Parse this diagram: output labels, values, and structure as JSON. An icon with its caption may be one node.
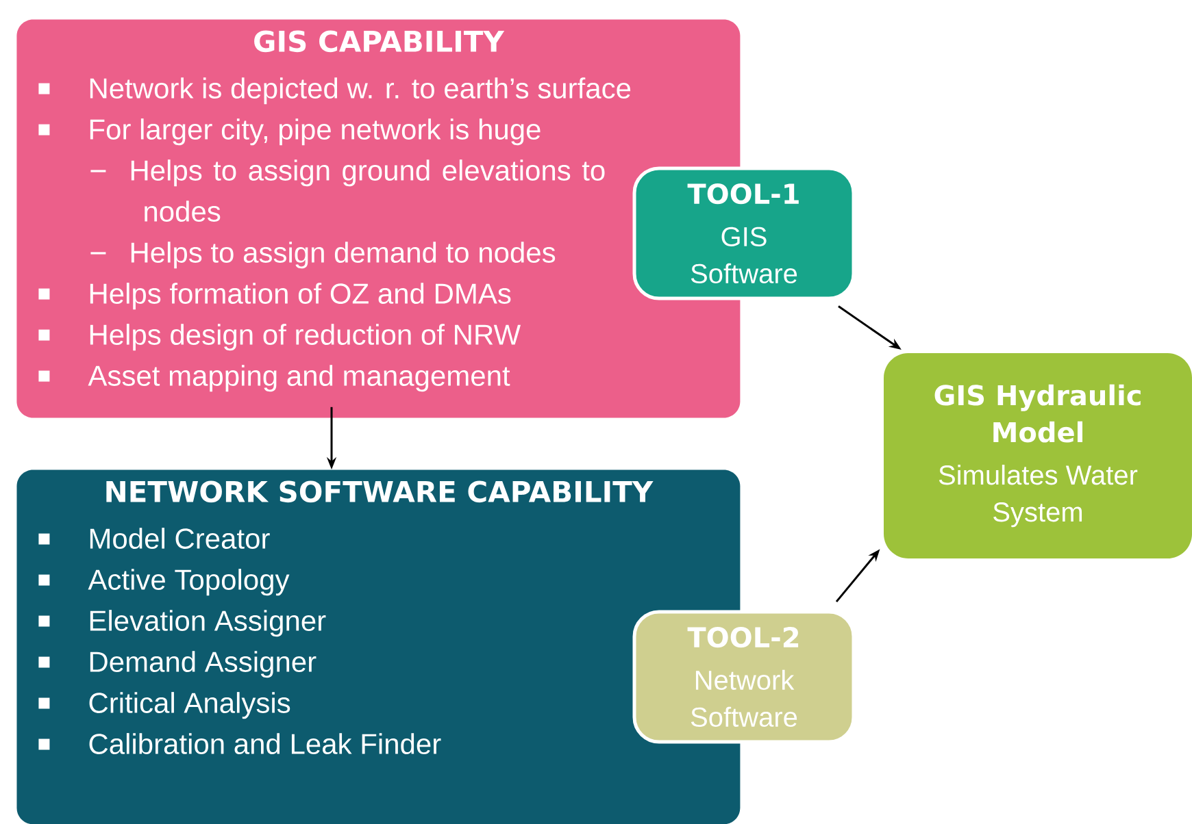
{
  "diagram": {
    "nodes": [
      {
        "text": [
          "GIS CAPABILITY",
          "Network is depicted w. r. to earth’s surface",
          "For larger city, pipe network is huge",
          "Helps to assign ground elevations to nodes",
          "Helps to assign demand to nodes",
          "Helps formation of OZ and DMAs",
          "Helps design of reduction of NRW",
          "Asset mapping and management"
        ]
      },
      {
        "text": [
          "NETWORK SOFTWARE CAPABILITY",
          "Model Creator",
          "Active Topology",
          "Elevation Assigner",
          "Demand Assigner",
          "Critical Analysis",
          "Calibration and Leak Finder"
        ]
      },
      {
        "text": [
          "TOOL-1",
          "GIS Software"
        ]
      },
      {
        "text": [
          "TOOL-2",
          "Network Software"
        ]
      },
      {
        "text": [
          "GIS Hydraulic Model",
          "Simulates Water System"
        ]
      }
    ],
    "edges": [
      {
        "from": 0,
        "to": 1,
        "arrow": "to"
      },
      {
        "from": 2,
        "to": 4,
        "arrow": "to"
      },
      {
        "from": 3,
        "to": 4,
        "arrow": "to"
      }
    ]
  }
}
